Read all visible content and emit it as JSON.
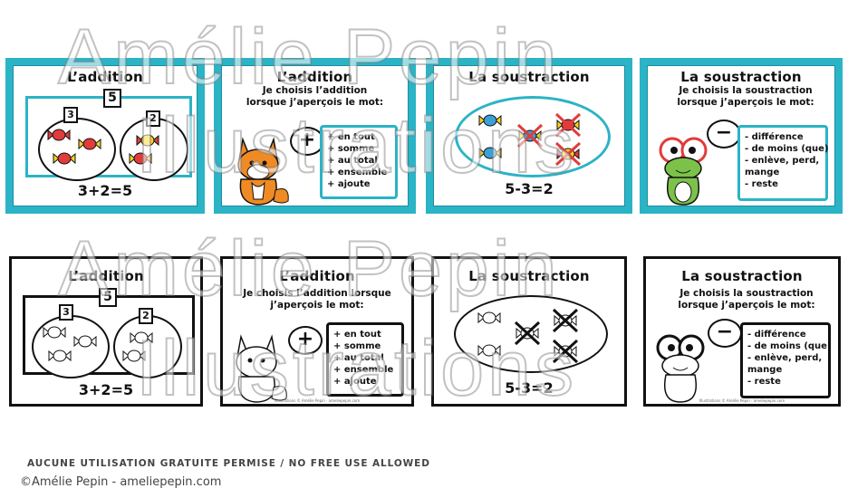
{
  "cards": {
    "c1": {
      "title": "L’addition",
      "top_number": "5",
      "left_number": "3",
      "right_number": "2",
      "equation": "3+2=5"
    },
    "c2": {
      "title": "L’addition",
      "subtitle": "Je choisis l’addition lorsque j’aperçois le mot:",
      "thought": "+",
      "items": [
        "+ en tout",
        "+ somme",
        "+ au total",
        "+ ensemble",
        "+ ajoute"
      ]
    },
    "c3": {
      "title": "La soustraction",
      "equation": "5-3=2"
    },
    "c4": {
      "title": "La soustraction",
      "subtitle": "Je choisis la soustraction lorsque j’aperçois le mot:",
      "thought": "−",
      "items": [
        "- différence",
        "- de moins (que)",
        "- enlève, perd, mange",
        "- reste"
      ]
    }
  },
  "credit": "Illustrations © Amélie Pepin · ameliepepin.com",
  "watermark": {
    "line1": "Amélie Pepin",
    "line2": "Illustrations"
  },
  "footer": {
    "notice": "AUCUNE UTILISATION GRATUITE PERMISE / NO FREE USE ALLOWED",
    "copyright": "©Amélie Pepin - ameliepepin.com"
  },
  "colors": {
    "accent": "#2bb3c6",
    "candy_blue": "#3aa0d8",
    "candy_yellow": "#f6d21c",
    "candy_red": "#e23b3b",
    "fox": "#f08a24",
    "frog": "#7cc24a"
  }
}
